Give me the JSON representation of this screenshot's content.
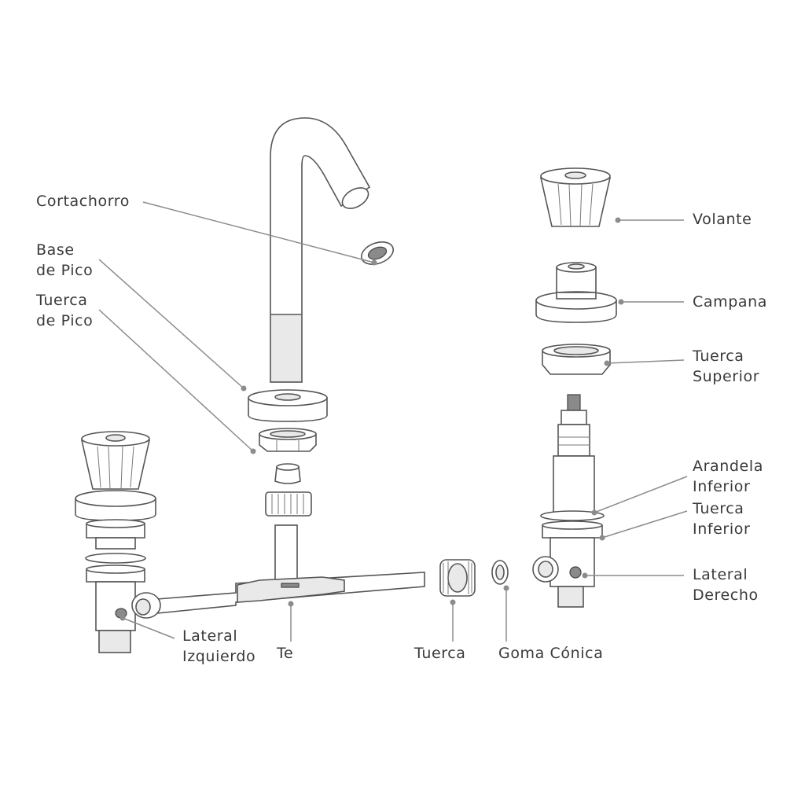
{
  "labels": {
    "cortachorro": "Cortachorro",
    "base_pico": [
      "Base",
      "de Pico"
    ],
    "tuerca_pico": [
      "Tuerca",
      "de Pico"
    ],
    "volante": "Volante",
    "campana": "Campana",
    "tuerca_superior": [
      "Tuerca",
      "Superior"
    ],
    "arandela_inferior": [
      "Arandela",
      "Inferior"
    ],
    "tuerca_inferior": [
      "Tuerca",
      "Inferior"
    ],
    "lateral_derecho": [
      "Lateral",
      "Derecho"
    ],
    "lateral_izquierdo": [
      "Lateral",
      "Izquierdo"
    ],
    "te": "Te",
    "tuerca": "Tuerca",
    "goma_conica": "Goma Cónica"
  },
  "colors": {
    "line": "#555555",
    "leader": "#8c8c8c",
    "text": "#3a3a3a"
  }
}
